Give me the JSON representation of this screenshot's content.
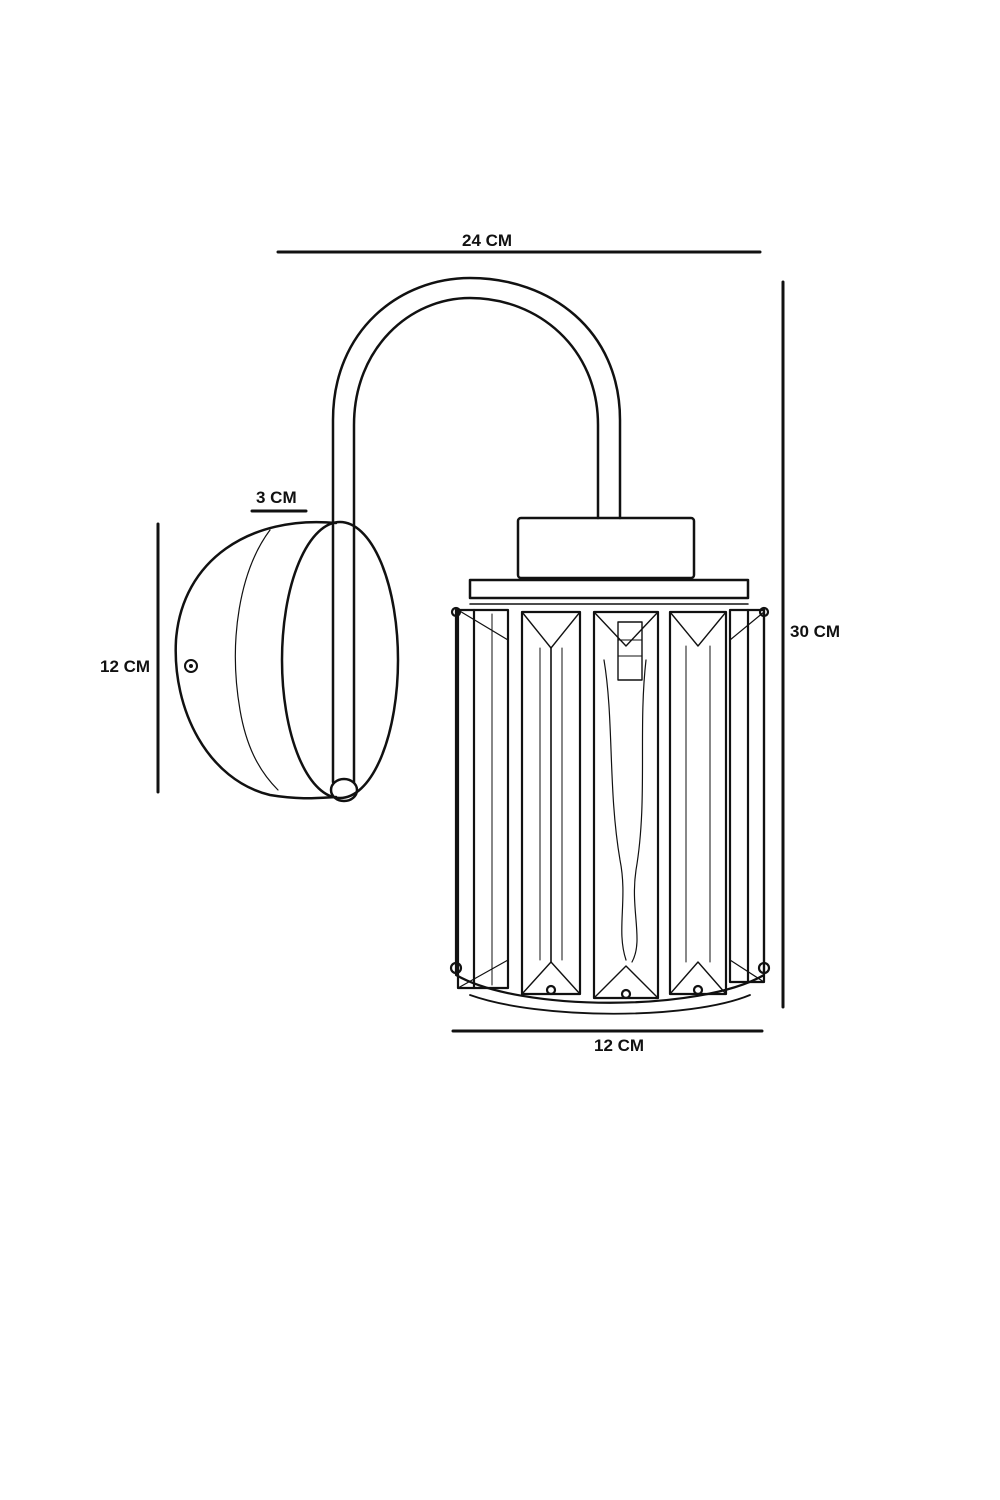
{
  "dimensions": {
    "width_top": "24 CM",
    "depth": "3 CM",
    "backplate_height": "12 CM",
    "total_height": "30 CM",
    "shade_width": "12 CM"
  },
  "colors": {
    "line": "#111111",
    "background": "#ffffff"
  }
}
